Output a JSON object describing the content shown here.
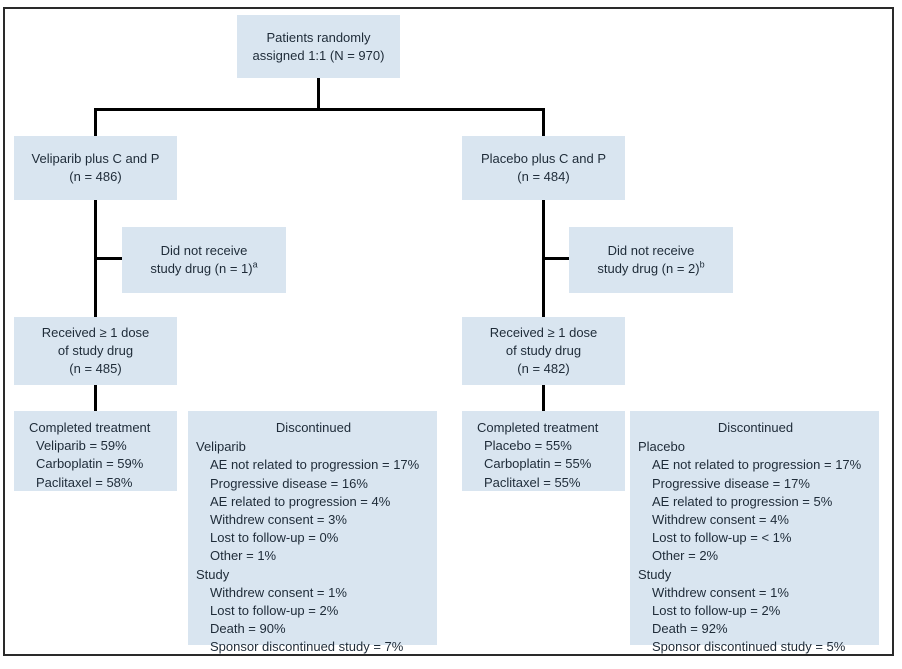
{
  "colors": {
    "box_fill": "#d9e5f0",
    "text": "#1e2b38",
    "connector_line": "#000000",
    "frame_border": "#2a2a2a",
    "background": "#ffffff"
  },
  "top_box": {
    "line1": "Patients randomly",
    "line2": "assigned 1:1 (N = 970)"
  },
  "left_arm": {
    "assigned_line1": "Veliparib plus C and P",
    "assigned_line2": "(n = 486)",
    "not_received_line1": "Did not receive",
    "not_received_line2": "study drug (n = 1)",
    "not_received_sup": "a",
    "received_line1": "Received ≥ 1 dose",
    "received_line2": "of study drug",
    "received_line3": "(n = 485)",
    "completed": {
      "title": "Completed treatment",
      "items": [
        "Veliparib = 59%",
        "Carboplatin = 59%",
        "Paclitaxel = 58%"
      ]
    },
    "discontinued": {
      "title": "Discontinued",
      "group1_label": "Veliparib",
      "group1_items": [
        "AE not related to progression = 17%",
        "Progressive disease = 16%",
        "AE related to progression = 4%",
        "Withdrew consent = 3%",
        "Lost to follow-up = 0%",
        "Other = 1%"
      ],
      "group2_label": "Study",
      "group2_items": [
        "Withdrew consent = 1%",
        "Lost to follow-up = 2%",
        "Death = 90%",
        "Sponsor discontinued study = 7%"
      ]
    }
  },
  "right_arm": {
    "assigned_line1": "Placebo plus C and P",
    "assigned_line2": "(n = 484)",
    "not_received_line1": "Did not receive",
    "not_received_line2": "study drug (n = 2)",
    "not_received_sup": "b",
    "received_line1": "Received ≥ 1 dose",
    "received_line2": "of study drug",
    "received_line3": "(n = 482)",
    "completed": {
      "title": "Completed treatment",
      "items": [
        "Placebo = 55%",
        "Carboplatin = 55%",
        "Paclitaxel = 55%"
      ]
    },
    "discontinued": {
      "title": "Discontinued",
      "group1_label": "Placebo",
      "group1_items": [
        "AE not related to progression = 17%",
        "Progressive disease = 17%",
        "AE related to progression = 5%",
        "Withdrew consent = 4%",
        "Lost to follow-up = < 1%",
        "Other = 2%"
      ],
      "group2_label": "Study",
      "group2_items": [
        "Withdrew consent = 1%",
        "Lost to follow-up = 2%",
        "Death = 92%",
        "Sponsor discontinued study = 5%"
      ]
    }
  }
}
